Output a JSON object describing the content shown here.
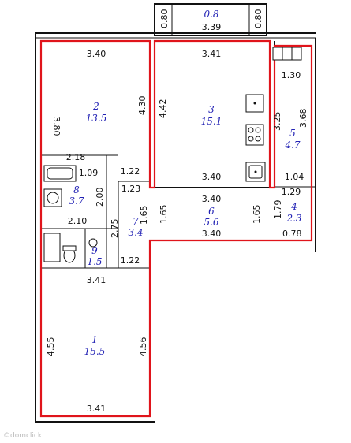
{
  "rooms": [
    {
      "id": "r1",
      "number": "1",
      "area": "15.5"
    },
    {
      "id": "r2",
      "number": "2",
      "area": "13.5"
    },
    {
      "id": "r3",
      "number": "3",
      "area": "15.1"
    },
    {
      "id": "r4",
      "number": "4",
      "area": "2.3"
    },
    {
      "id": "r5",
      "number": "5",
      "area": "4.7"
    },
    {
      "id": "r6",
      "number": "6",
      "area": "5.6"
    },
    {
      "id": "r7",
      "number": "7",
      "area": "3.4"
    },
    {
      "id": "r8",
      "number": "8",
      "area": "3.7"
    },
    {
      "id": "r9",
      "number": "9",
      "area": "1.5"
    },
    {
      "id": "balcony",
      "number": "",
      "area": "0.8"
    }
  ],
  "dimensions": {
    "balcony_left": "0.80",
    "balcony_right": "0.80",
    "balcony_width": "3.39",
    "r2_top": "3.40",
    "r2_left": "3.80",
    "r2_right": "4.30",
    "r3_top": "3.41",
    "r3_left": "4.42",
    "r3_bottom": "3.40",
    "r5_top": "1.30",
    "r5_left": "3.25",
    "r5_right": "3.68",
    "r5_bottom": "1.04",
    "r4_top": "1.29",
    "r4_left": "1.79",
    "r4_bottom": "0.78",
    "r6_top": "3.40",
    "r6_left": "1.65",
    "r6_right": "1.65",
    "r6_bottom": "3.40",
    "corr_width": "1.22",
    "corr_inner": "1.23",
    "r7_left": "2.75",
    "r7_right": "1.65",
    "r8_top_a": "2.18",
    "r8_top_b": "1.09",
    "r8_right": "2.00",
    "r8_bottom": "2.10",
    "r9_width": "1.22",
    "r1_top": "3.41",
    "r1_left": "4.55",
    "r1_right": "4.56",
    "r1_bottom": "3.41"
  },
  "watermark": "©domclick"
}
